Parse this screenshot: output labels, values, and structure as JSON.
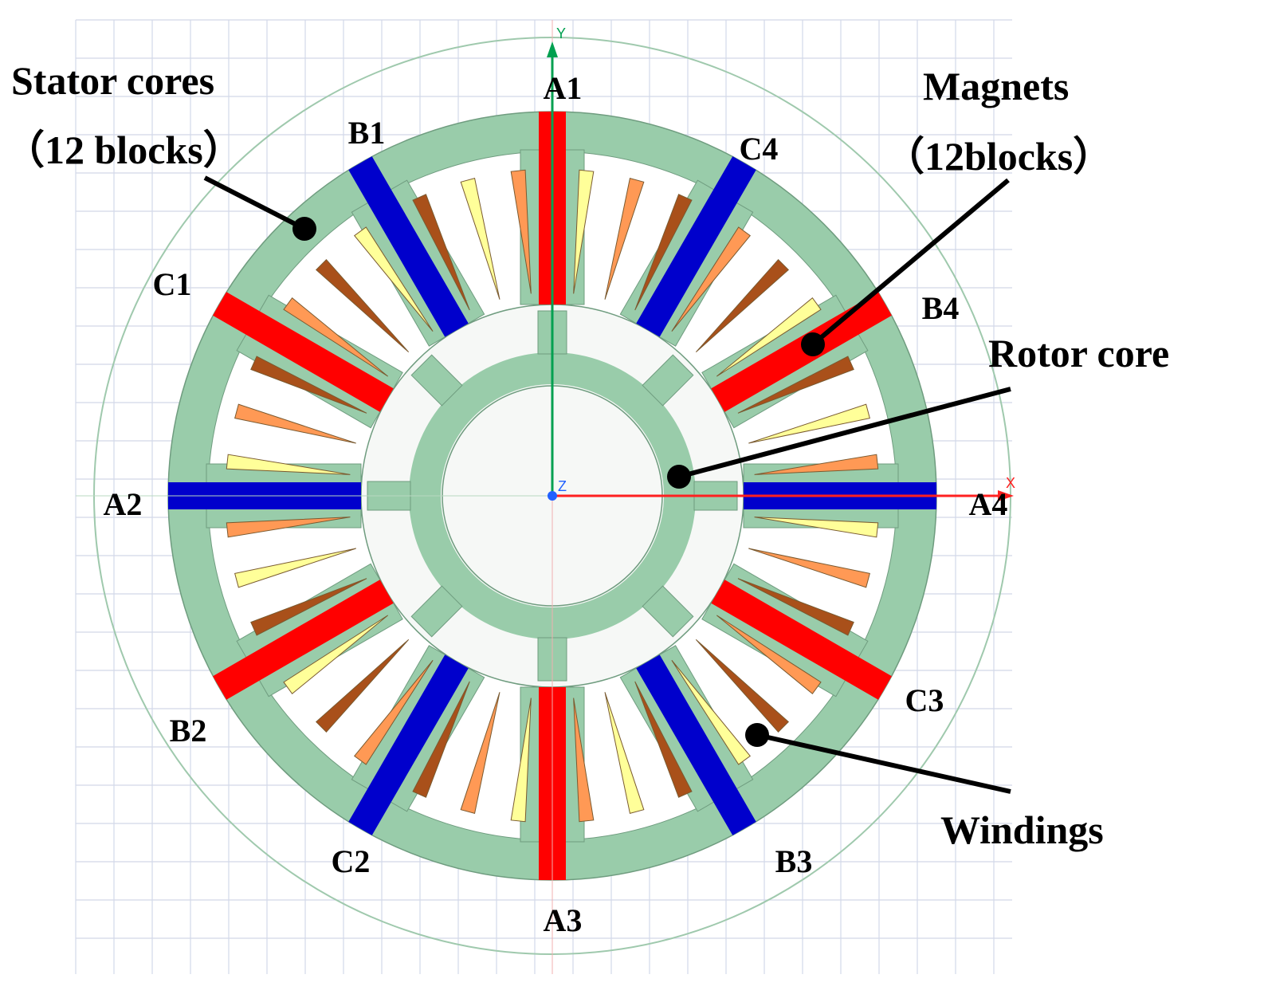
{
  "labels": {
    "stator_cores": "Stator cores",
    "stator_cores_count": "（12 blocks）",
    "magnets": "Magnets",
    "magnets_count": "（12blocks）",
    "rotor_core": "Rotor core",
    "windings": "Windings"
  },
  "axes": {
    "x": "X",
    "y": "Y",
    "z": "Z"
  },
  "positions": [
    "A1",
    "C4",
    "B4",
    "A4",
    "C3",
    "B3",
    "A3",
    "C2",
    "B2",
    "A2",
    "C1",
    "B1"
  ],
  "colors": {
    "core": "#99ccaa",
    "core_stroke": "#6f9c7f",
    "slot_fill": "#f6f8f6",
    "phase_a": "#ff0000",
    "phase_b": "#0000cc",
    "phase_c": "#ff0000",
    "grid": "#d2d8e8",
    "axis_x": "#ff2020",
    "axis_y": "#00a050",
    "axis_z": "#2060ff",
    "winding_yellow": "#ffff99",
    "winding_orange": "#ff9955",
    "winding_brown": "#a9501a"
  },
  "icons": {
    "origin": "coordinate-origin-icon"
  }
}
